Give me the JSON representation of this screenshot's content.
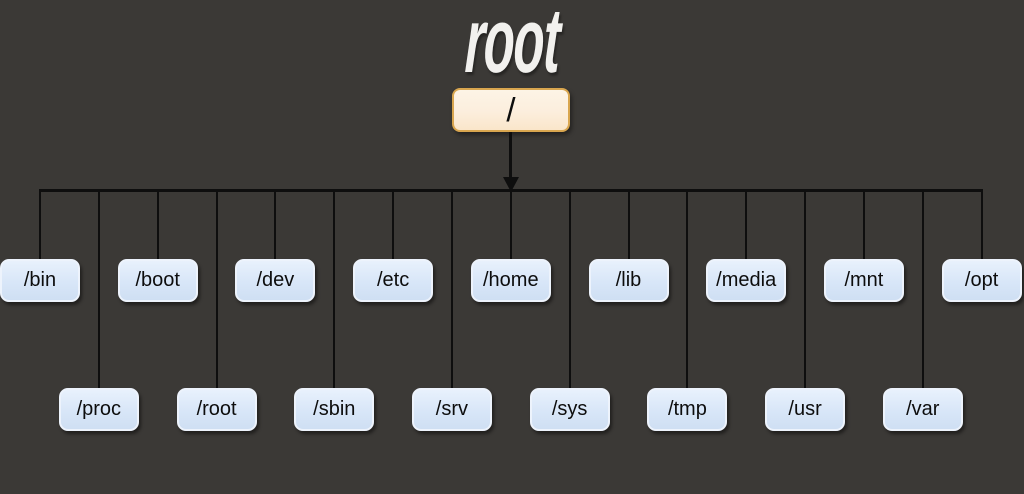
{
  "title": "root",
  "root_node": {
    "label": "/"
  },
  "directories": [
    {
      "label": "/bin",
      "row": "top"
    },
    {
      "label": "/proc",
      "row": "bottom"
    },
    {
      "label": "/boot",
      "row": "top"
    },
    {
      "label": "/root",
      "row": "bottom"
    },
    {
      "label": "/dev",
      "row": "top"
    },
    {
      "label": "/sbin",
      "row": "bottom"
    },
    {
      "label": "/etc",
      "row": "top"
    },
    {
      "label": "/srv",
      "row": "bottom"
    },
    {
      "label": "/home",
      "row": "top"
    },
    {
      "label": "/sys",
      "row": "bottom"
    },
    {
      "label": "/lib",
      "row": "top"
    },
    {
      "label": "/tmp",
      "row": "bottom"
    },
    {
      "label": "/media",
      "row": "top"
    },
    {
      "label": "/usr",
      "row": "bottom"
    },
    {
      "label": "/mnt",
      "row": "top"
    },
    {
      "label": "/var",
      "row": "bottom"
    },
    {
      "label": "/opt",
      "row": "top"
    }
  ],
  "colors": {
    "background": "#3b3936",
    "line": "#0e0e0e",
    "root_box_fill": "#fceedd",
    "root_box_border": "#d9a64f",
    "dir_box_fill": "#d8e6f8",
    "dir_box_border": "#edf3fc",
    "title_color": "#f2f1ee",
    "text_color": "#0d0d0d"
  }
}
